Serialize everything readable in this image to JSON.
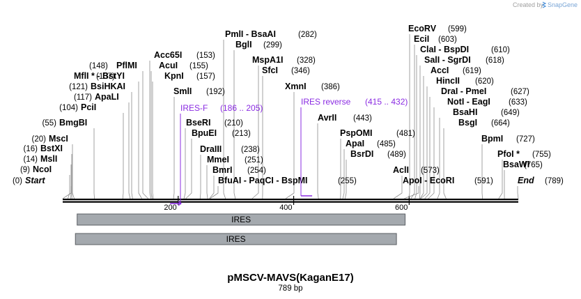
{
  "credit": {
    "text": "Created by",
    "brand": "SnapGene"
  },
  "map": {
    "name": "pMSCV-MAVS(KaganE17)",
    "length_label": "789 bp",
    "length": 789,
    "ticks": [
      "200",
      "400",
      "600"
    ]
  },
  "sites": [
    {
      "name": "Start",
      "pos": "(0)",
      "bp": 0,
      "italic": true
    },
    {
      "name": "NcoI",
      "pos": "(9)",
      "bp": 9
    },
    {
      "name": "MslI",
      "pos": "(14)",
      "bp": 14
    },
    {
      "name": "BstXI",
      "pos": "(16)",
      "bp": 16
    },
    {
      "name": "MscI",
      "pos": "(20)",
      "bp": 20
    },
    {
      "name": "BmgBI",
      "pos": "(55)",
      "bp": 55
    },
    {
      "name": "PciI",
      "pos": "(104)",
      "bp": 104
    },
    {
      "name": "ApaLI",
      "pos": "(117)",
      "bp": 117
    },
    {
      "name": "BsiHKAI",
      "pos": "(121)",
      "bp": 121
    },
    {
      "name": "MflI * - BstYI",
      "pos": "(137)",
      "bp": 137
    },
    {
      "name": "PflMI",
      "pos": "(148)",
      "bp": 148
    },
    {
      "name": "Acc65I",
      "pos": "(153)",
      "bp": 153
    },
    {
      "name": "AcuI",
      "pos": "(155)",
      "bp": 155
    },
    {
      "name": "KpnI",
      "pos": "(157)",
      "bp": 157
    },
    {
      "name": "SmlI",
      "pos": "(192)",
      "bp": 192
    },
    {
      "name": "PmlI - BsaAI",
      "pos": "(282)",
      "bp": 282
    },
    {
      "name": "BglI",
      "pos": "(299)",
      "bp": 299
    },
    {
      "name": "MspA1I",
      "pos": "(328)",
      "bp": 328
    },
    {
      "name": "SfcI",
      "pos": "(346)",
      "bp": 346
    },
    {
      "name": "XmnI",
      "pos": "(386)",
      "bp": 386
    },
    {
      "name": "BseRI",
      "pos": "(210)",
      "bp": 210
    },
    {
      "name": "BpuEI",
      "pos": "(213)",
      "bp": 213
    },
    {
      "name": "DraIII",
      "pos": "(238)",
      "bp": 238
    },
    {
      "name": "MmeI",
      "pos": "(251)",
      "bp": 251
    },
    {
      "name": "BmrI",
      "pos": "(254)",
      "bp": 254
    },
    {
      "name": "BfuAI - PaqCI - BspMI",
      "pos": "(255)",
      "bp": 255
    },
    {
      "name": "AvrII",
      "pos": "(443)",
      "bp": 443
    },
    {
      "name": "PspOMI",
      "pos": "(481)",
      "bp": 481
    },
    {
      "name": "ApaI",
      "pos": "(485)",
      "bp": 485
    },
    {
      "name": "BsrDI",
      "pos": "(489)",
      "bp": 489
    },
    {
      "name": "AclI",
      "pos": "(573)",
      "bp": 573
    },
    {
      "name": "ApoI - EcoRI",
      "pos": "(591)",
      "bp": 591
    },
    {
      "name": "EcoRV",
      "pos": "(599)",
      "bp": 599
    },
    {
      "name": "EciI",
      "pos": "(603)",
      "bp": 603
    },
    {
      "name": "ClaI - BspDI",
      "pos": "(610)",
      "bp": 610
    },
    {
      "name": "SalI - SgrDI",
      "pos": "(618)",
      "bp": 618
    },
    {
      "name": "AccI",
      "pos": "(619)",
      "bp": 619
    },
    {
      "name": "HincII",
      "pos": "(620)",
      "bp": 620
    },
    {
      "name": "DraI - PmeI",
      "pos": "(627)",
      "bp": 627
    },
    {
      "name": "NotI - EagI",
      "pos": "(633)",
      "bp": 633
    },
    {
      "name": "BsaHI",
      "pos": "(649)",
      "bp": 649
    },
    {
      "name": "BsgI",
      "pos": "(664)",
      "bp": 664
    },
    {
      "name": "BpmI",
      "pos": "(727)",
      "bp": 727
    },
    {
      "name": "PfoI *",
      "pos": "(755)",
      "bp": 755
    },
    {
      "name": "BsaWI",
      "pos": "(765)",
      "bp": 765
    },
    {
      "name": "End",
      "pos": "(789)",
      "bp": 789,
      "italic": true
    }
  ],
  "primers": [
    {
      "name": "IRES-F",
      "range": "(186 .. 205)",
      "start": 186,
      "end": 205,
      "direction": "forward"
    },
    {
      "name": "IRES reverse",
      "range": "(415 .. 432)",
      "start": 415,
      "end": 432,
      "direction": "reverse"
    }
  ],
  "features": [
    {
      "name": "IRES",
      "start": 25,
      "end": 593
    },
    {
      "name": "IRES",
      "start": 22,
      "end": 578
    }
  ],
  "colors": {
    "primer": "#8a2be2",
    "feature_fill": "#a4a9ae",
    "feature_stroke": "#5a5e63",
    "backbone": "#000000"
  }
}
